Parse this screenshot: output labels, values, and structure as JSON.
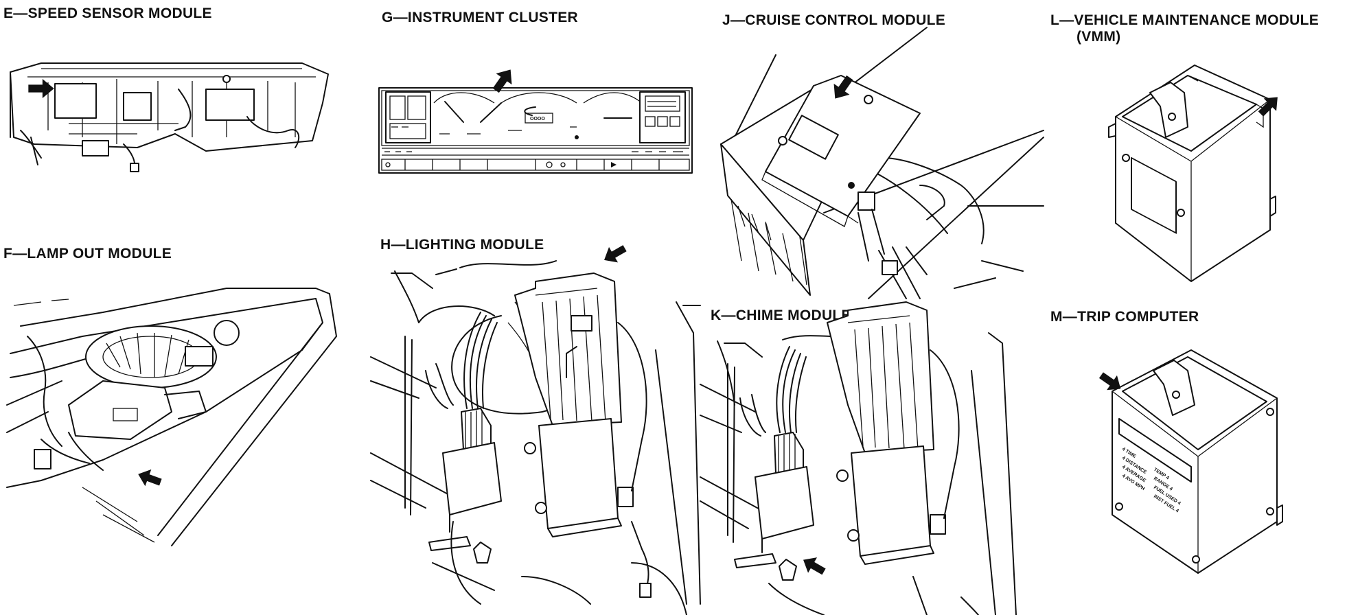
{
  "panels": [
    {
      "id": "E",
      "caption": "E—SPEED SENSOR MODULE"
    },
    {
      "id": "F",
      "caption": "F—LAMP OUT MODULE"
    },
    {
      "id": "G",
      "caption": "G—INSTRUMENT CLUSTER"
    },
    {
      "id": "H",
      "caption": "H—LIGHTING MODULE"
    },
    {
      "id": "J",
      "caption": "J—CRUISE CONTROL MODULE"
    },
    {
      "id": "K",
      "caption": "K—CHIME MODULE"
    },
    {
      "id": "L",
      "caption": "L—VEHICLE MAINTENANCE MODULE",
      "caption_line2": "(VMM)"
    },
    {
      "id": "M",
      "caption": "M—TRIP COMPUTER"
    }
  ],
  "trip_computer_labels": {
    "left": [
      "4 TIME",
      "4 DISTANCE",
      "4 AVERAGE",
      "4 AVG MPH"
    ],
    "right": [
      "TEMP 4",
      "RANGE 4",
      "FUEL USED 4",
      "INST FUEL 4"
    ]
  },
  "icons": [
    "pointer-arrow-icon"
  ]
}
